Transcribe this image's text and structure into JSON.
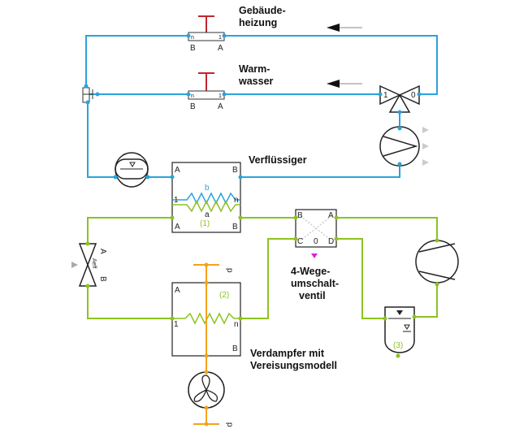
{
  "labels": {
    "building_heating": [
      "Gebäude-",
      "heizung"
    ],
    "hot_water": [
      "Warm-",
      "wasser"
    ],
    "condenser": "Verflüssiger",
    "four_way_valve": [
      "4-Wege-",
      "umschalt-",
      "ventil"
    ],
    "evaporator": [
      "Verdampfer mit",
      "Vereisungsmodell"
    ]
  },
  "ports": {
    "valve_top": {
      "left": "B",
      "right": "A",
      "in": "n",
      "out": "1"
    },
    "valve_bottom": {
      "left": "B",
      "right": "A",
      "in": "n",
      "out": "1"
    },
    "three_way_valve": {
      "left": "1",
      "right": "0"
    },
    "condenser": {
      "tl": "A",
      "tr": "B",
      "ml": "1",
      "mr": "n",
      "bl": "A",
      "br": "B",
      "b": "b",
      "a": "a",
      "num": "(1)"
    },
    "four_way": {
      "tl": "B",
      "tr": "A",
      "bl": "C",
      "br": "D",
      "mid": "0"
    },
    "expansion_valve": {
      "a": "A",
      "b": "B",
      "mid": "Aeff"
    },
    "evaporator": {
      "tl": "A",
      "ml": "1",
      "mr": "n",
      "br": "B",
      "num": "(2)",
      "top": "p",
      "bottom": "p"
    },
    "separator_num": "(3)"
  },
  "colors": {
    "water": "#2aa3dc",
    "refrigerant": "#8dc21f",
    "air": "#f5a21b",
    "signal": "#c0262d",
    "marker": "#e020d0"
  },
  "icons": [
    "pump-icon",
    "compressor-icon",
    "fan-icon",
    "expansion-tank-icon",
    "three-way-valve-icon",
    "expansion-valve-icon",
    "flow-arrow-icon"
  ]
}
